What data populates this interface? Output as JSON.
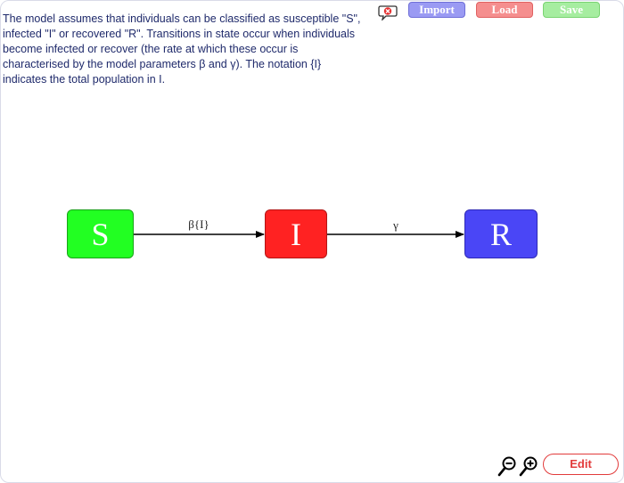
{
  "description": "The model assumes that individuals can be classified as susceptible \"S\", infected \"I\" or recovered \"R\". Transitions in state occur when individuals become infected or recover (the rate at which these occur is characterised by the model parameters β and γ). The notation {I} indicates the total population in I.",
  "toolbar": {
    "close_icon": "close-speech-bubble-icon",
    "import_label": "Import",
    "load_label": "Load",
    "save_label": "Save"
  },
  "diagram": {
    "nodes": [
      {
        "id": "S",
        "label": "S",
        "color": "#22ff22"
      },
      {
        "id": "I",
        "label": "I",
        "color": "#ff2222"
      },
      {
        "id": "R",
        "label": "R",
        "color": "#4a46f6"
      }
    ],
    "edges": [
      {
        "from": "S",
        "to": "I",
        "label": "β{I}"
      },
      {
        "from": "I",
        "to": "R",
        "label": "γ"
      }
    ]
  },
  "footer": {
    "zoom_out_icon": "zoom-out-icon",
    "zoom_in_icon": "zoom-in-icon",
    "edit_label": "Edit"
  },
  "colors": {
    "text": "#1f2a6b",
    "import": "#9a9af3",
    "load": "#f58e8e",
    "save": "#a6eda0",
    "edit": "#e23b3b"
  }
}
